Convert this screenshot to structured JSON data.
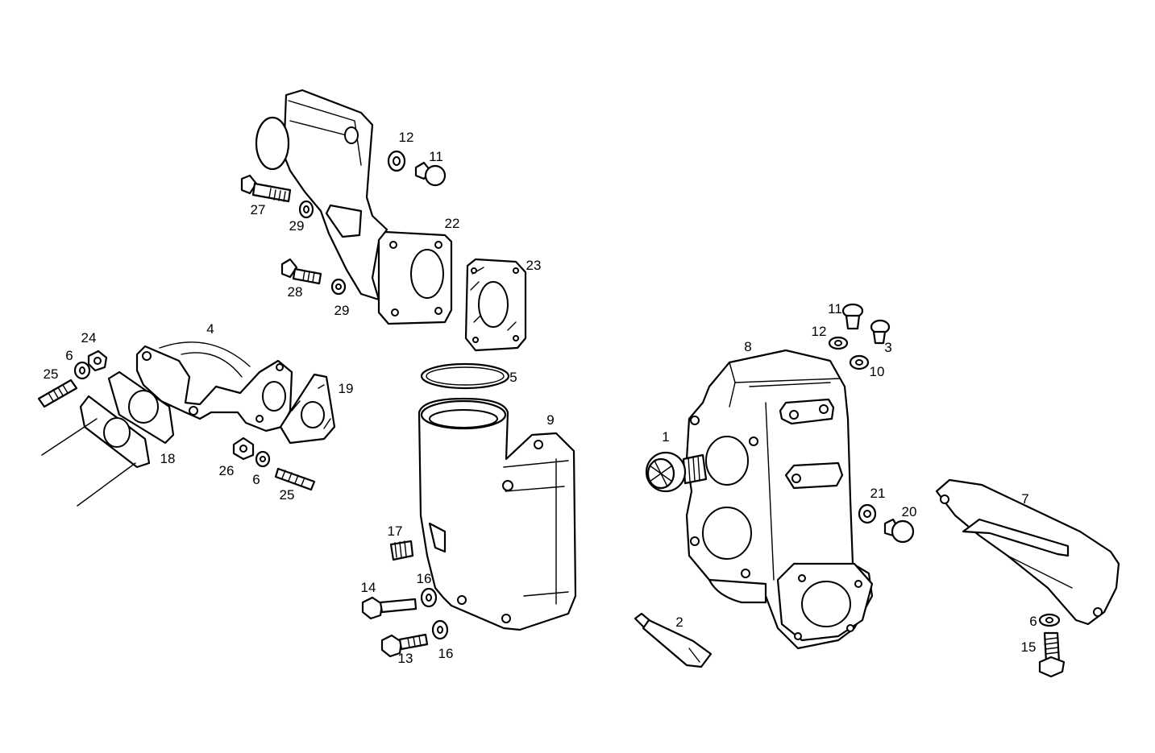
{
  "colors": {
    "line": "#000000",
    "background": "#ffffff"
  },
  "callouts": {
    "c1": "1",
    "c2": "2",
    "c3": "3",
    "c4": "4",
    "c5": "5",
    "c6a": "6",
    "c6b": "6",
    "c6c": "6",
    "c7": "7",
    "c8": "8",
    "c9": "9",
    "c10": "10",
    "c11a": "11",
    "c11b": "11",
    "c12a": "12",
    "c12b": "12",
    "c13": "13",
    "c14": "14",
    "c15": "15",
    "c16a": "16",
    "c16b": "16",
    "c17": "17",
    "c18": "18",
    "c19": "19",
    "c20": "20",
    "c21": "21",
    "c22": "22",
    "c23": "23",
    "c24": "24",
    "c25a": "25",
    "c25b": "25",
    "c26": "26",
    "c27": "27",
    "c28": "28",
    "c29a": "29",
    "c29b": "29"
  }
}
